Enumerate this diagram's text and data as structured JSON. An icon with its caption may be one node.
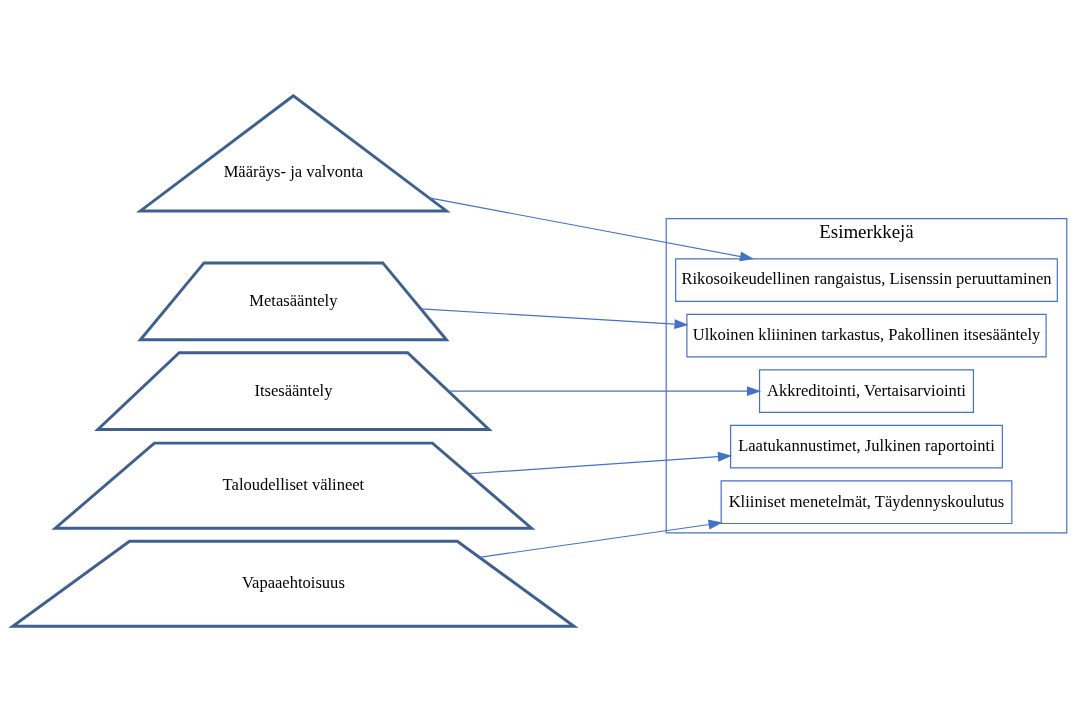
{
  "diagram": {
    "nodes": [
      {
        "text": [
          "Määräys- ja valvonta"
        ]
      },
      {
        "text": [
          "Metasääntely"
        ]
      },
      {
        "text": [
          "Itsesääntely"
        ]
      },
      {
        "text": [
          "Taloudelliset välineet"
        ]
      },
      {
        "text": [
          "Vapaaehtoisuus"
        ]
      },
      {
        "text": [
          "Esimerkkejä"
        ]
      },
      {
        "text": [
          "Rikosoikeudellinen rangaistus, Lisenssin peruuttaminen"
        ],
        "in": 5
      },
      {
        "text": [
          "Ulkoinen kliininen tarkastus, Pakollinen itsesääntely"
        ],
        "in": 5
      },
      {
        "text": [
          "Akkreditointi, Vertaisarviointi"
        ],
        "in": 5
      },
      {
        "text": [
          "Laatukannustimet, Julkinen raportointi"
        ],
        "in": 5
      },
      {
        "text": [
          "Kliiniset menetelmät, Täydennyskoulutus"
        ],
        "in": 5
      }
    ],
    "edges": [
      {
        "from": 0,
        "to": 6,
        "arrow": "to"
      },
      {
        "from": 1,
        "to": 7,
        "arrow": "to"
      },
      {
        "from": 2,
        "to": 8,
        "arrow": "to"
      },
      {
        "from": 3,
        "to": 9,
        "arrow": "to"
      },
      {
        "from": 4,
        "to": 10,
        "arrow": "to"
      }
    ]
  }
}
